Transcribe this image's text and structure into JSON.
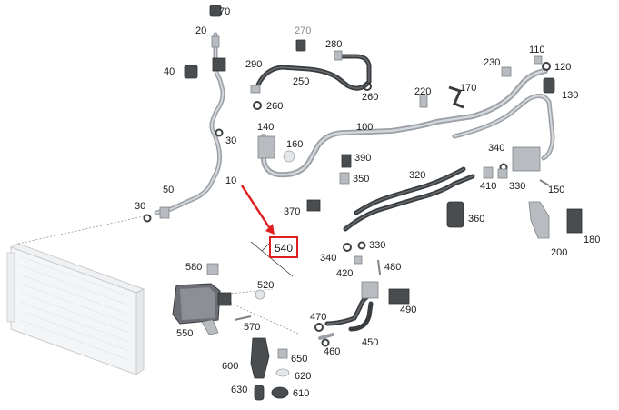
{
  "callouts": {
    "c70": "70",
    "c20": "20",
    "c40": "40",
    "c270": "270",
    "c280": "280",
    "c290": "290",
    "c250": "250",
    "c260a": "260",
    "c260b": "260",
    "c30a": "30",
    "c140": "140",
    "c160": "160",
    "c100": "100",
    "c220": "220",
    "c170": "170",
    "c230": "230",
    "c110": "110",
    "c120": "120",
    "c130": "130",
    "c340a": "340",
    "c10": "10",
    "c50": "50",
    "c30b": "30",
    "c390": "390",
    "c350": "350",
    "c320": "320",
    "c410": "410",
    "c330a": "330",
    "c150": "150",
    "c370": "370",
    "c360": "360",
    "c540": "540",
    "c330b": "330",
    "c340b": "340",
    "c420": "420",
    "c480": "480",
    "c200": "200",
    "c180": "180",
    "c580": "580",
    "c520": "520",
    "c550": "550",
    "c570": "570",
    "c470": "470",
    "c490": "490",
    "c460": "460",
    "c450": "450",
    "c600": "600",
    "c650": "650",
    "c620": "620",
    "c630": "630",
    "c610": "610"
  },
  "highlight": {
    "label": "540",
    "box_color": "#e02020",
    "arrow_color": "#e02020"
  },
  "colors": {
    "pipe": "#9aa0a6",
    "dark_hose": "#3a3d40",
    "text": "#1a1a1a"
  }
}
